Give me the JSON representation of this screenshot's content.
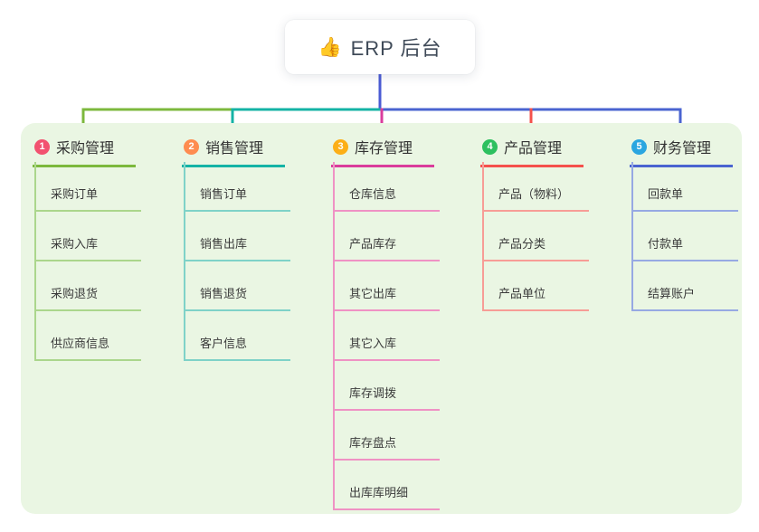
{
  "root": {
    "icon": "👍",
    "title": "ERP 后台",
    "stem_color": "#4a5bd4"
  },
  "panel_color": "#eaf6e3",
  "branches": [
    {
      "badge": "1",
      "badge_color": "#f25270",
      "label": "采购管理",
      "line_color": "#7cb83d",
      "child_line_color": "#abd68c",
      "children": [
        "采购订单",
        "采购入库",
        "采购退货",
        "供应商信息"
      ]
    },
    {
      "badge": "2",
      "badge_color": "#fe8c50",
      "label": "销售管理",
      "line_color": "#14b3a5",
      "child_line_color": "#7fd2c8",
      "children": [
        "销售订单",
        "销售出库",
        "销售退货",
        "客户信息"
      ]
    },
    {
      "badge": "3",
      "badge_color": "#fcaf17",
      "label": "库存管理",
      "line_color": "#da3c9c",
      "child_line_color": "#ef92c4",
      "children": [
        "仓库信息",
        "产品库存",
        "其它出库",
        "其它入库",
        "库存调拨",
        "库存盘点",
        "出库库明细"
      ]
    },
    {
      "badge": "4",
      "badge_color": "#2dc05f",
      "label": "产品管理",
      "line_color": "#f4514c",
      "child_line_color": "#f79d96",
      "children": [
        "产品（物料）",
        "产品分类",
        "产品单位"
      ]
    },
    {
      "badge": "5",
      "badge_color": "#2ba6e0",
      "label": "财务管理",
      "line_color": "#4a64d0",
      "child_line_color": "#97a9e3",
      "children": [
        "回款单",
        "付款单",
        "结算账户"
      ]
    }
  ]
}
